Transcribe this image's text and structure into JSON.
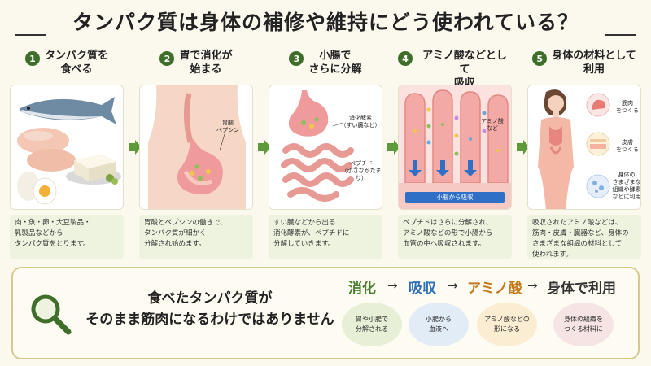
{
  "title": "タンパク質は身体の補修や維持にどう使われている？",
  "steps": [
    {
      "num": "1",
      "title": "タンパク質を\n食べる",
      "text": "肉・魚・卵・大豆製品・\n乳製品などから\nタンパク質をとります。"
    },
    {
      "num": "2",
      "title": "胃で消化が\n始まる",
      "text": "胃酸とペプシンの働きで、\nタンパク質が細かく\n分解され始めます。",
      "labels": {
        "gastric": "胃酸\nペプシン"
      }
    },
    {
      "num": "3",
      "title": "小腸で\nさらに分解",
      "text": "すい臓などから出る\n消化酵素が、ペプチドに\n分解していきます。",
      "labels": {
        "enzyme": "消化酵素\n（すい臓など）",
        "peptide": "ペプチド\n（小さなかたまり）"
      }
    },
    {
      "num": "4",
      "title": "アミノ酸などとして\n吸収",
      "text": "ペプチドはさらに分解され、\nアミノ酸などの形で小腸から\n血管の中へ吸収されます。",
      "labels": {
        "amino": "アミノ酸\nなど",
        "band": "小腸から吸収"
      }
    },
    {
      "num": "5",
      "title": "身体の材料として\n利用",
      "text": "吸収されたアミノ酸などは、\n筋肉・皮膚・臓器など、身体の\nさまざまな組織の材料として\n使われます。",
      "labels": {
        "muscle": "筋肉\nをつくる",
        "skin": "皮膚\nをつくる",
        "tissue": "身体の\nさまざまな\n組織や酵素\nなどに利用"
      }
    }
  ],
  "summary": {
    "text": "食べたタンパク質が\nそのまま筋肉になるわけではありません",
    "flow": [
      {
        "word": "消化",
        "bubble": "胃や小腸で\n分解される",
        "color": "#4a7f2e",
        "bg": "#e7efd6"
      },
      {
        "word": "吸収",
        "bubble": "小腸から\n血液へ",
        "color": "#2e6fb6",
        "bg": "#e2ecf7"
      },
      {
        "word": "アミノ酸",
        "bubble": "アミノ酸などの\n形になる",
        "color": "#c27a1c",
        "bg": "#fbedd2"
      },
      {
        "word": "身体で利用",
        "bubble": "身体の組織を\nつくる材料に",
        "color": "#333333",
        "bg": "#f6e3e3"
      }
    ],
    "arrow": "→"
  },
  "colors": {
    "accent": "#3f6e2a",
    "arrow": "#5f9a3a",
    "band": "#2f6fc6"
  }
}
